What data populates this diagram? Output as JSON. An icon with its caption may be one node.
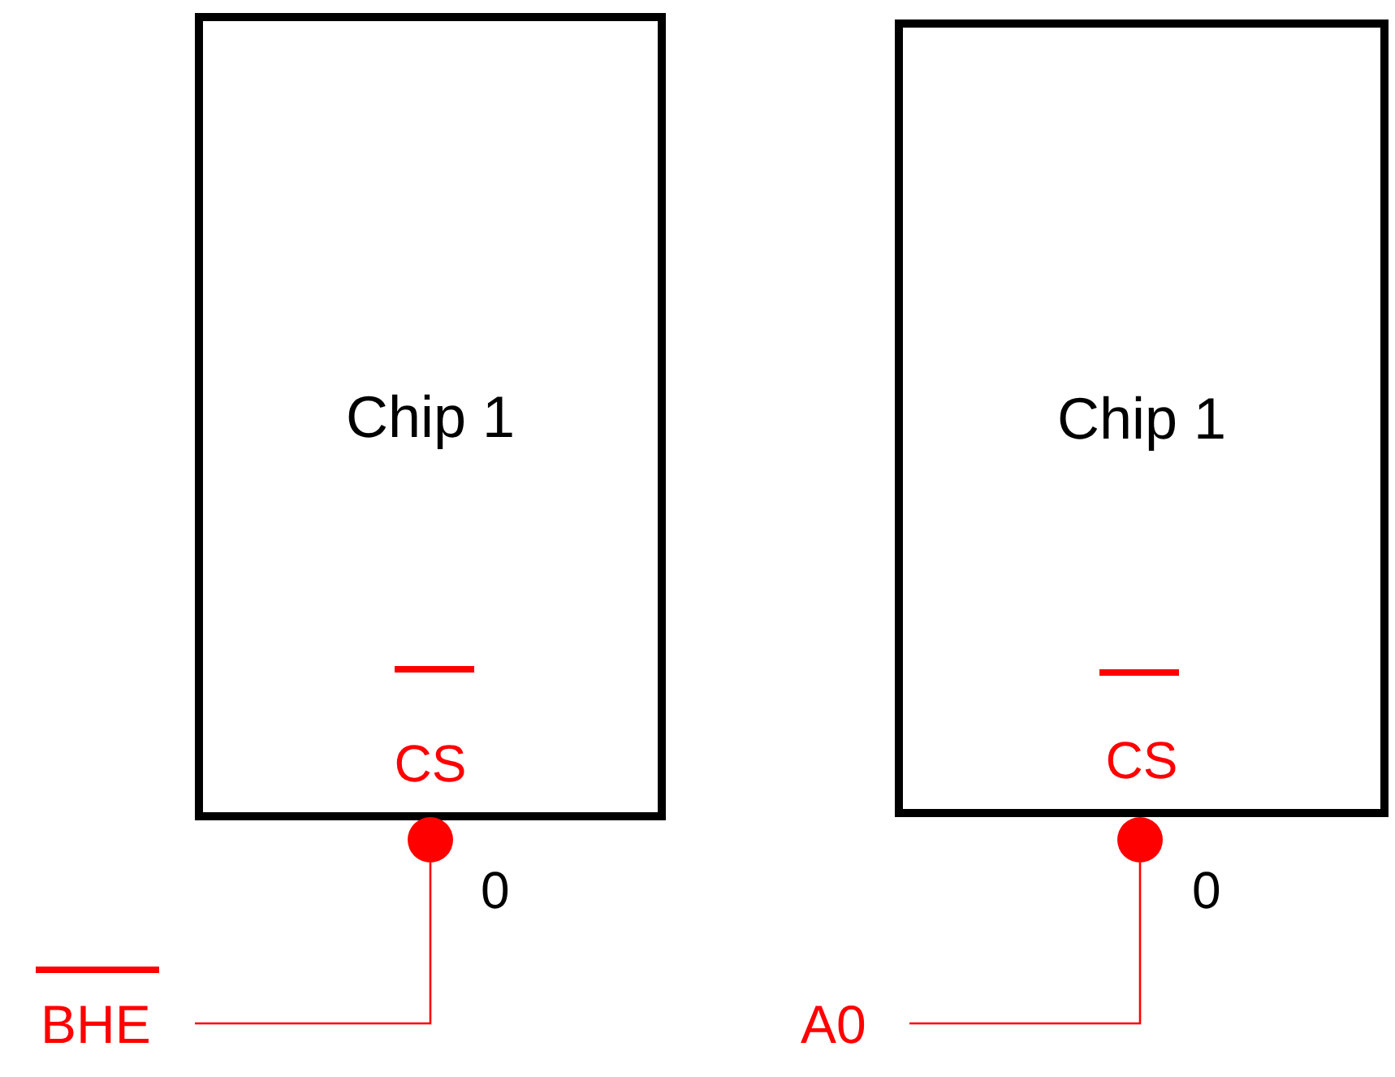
{
  "diagram": {
    "nodes": [
      {
        "text": [
          "Chip 1",
          "CS"
        ]
      },
      {
        "text": [],
        "shape": "circle"
      },
      {
        "text": [
          "BHE"
        ]
      },
      {
        "text": [
          "Chip 1",
          "CS"
        ]
      },
      {
        "text": [],
        "shape": "circle"
      },
      {
        "text": [
          "A0"
        ]
      }
    ],
    "edges": [
      {
        "from": 2,
        "to": 1,
        "arrow": "none"
      },
      {
        "from": 5,
        "to": 4,
        "arrow": "none"
      }
    ],
    "labels": [
      "0",
      "0"
    ]
  }
}
